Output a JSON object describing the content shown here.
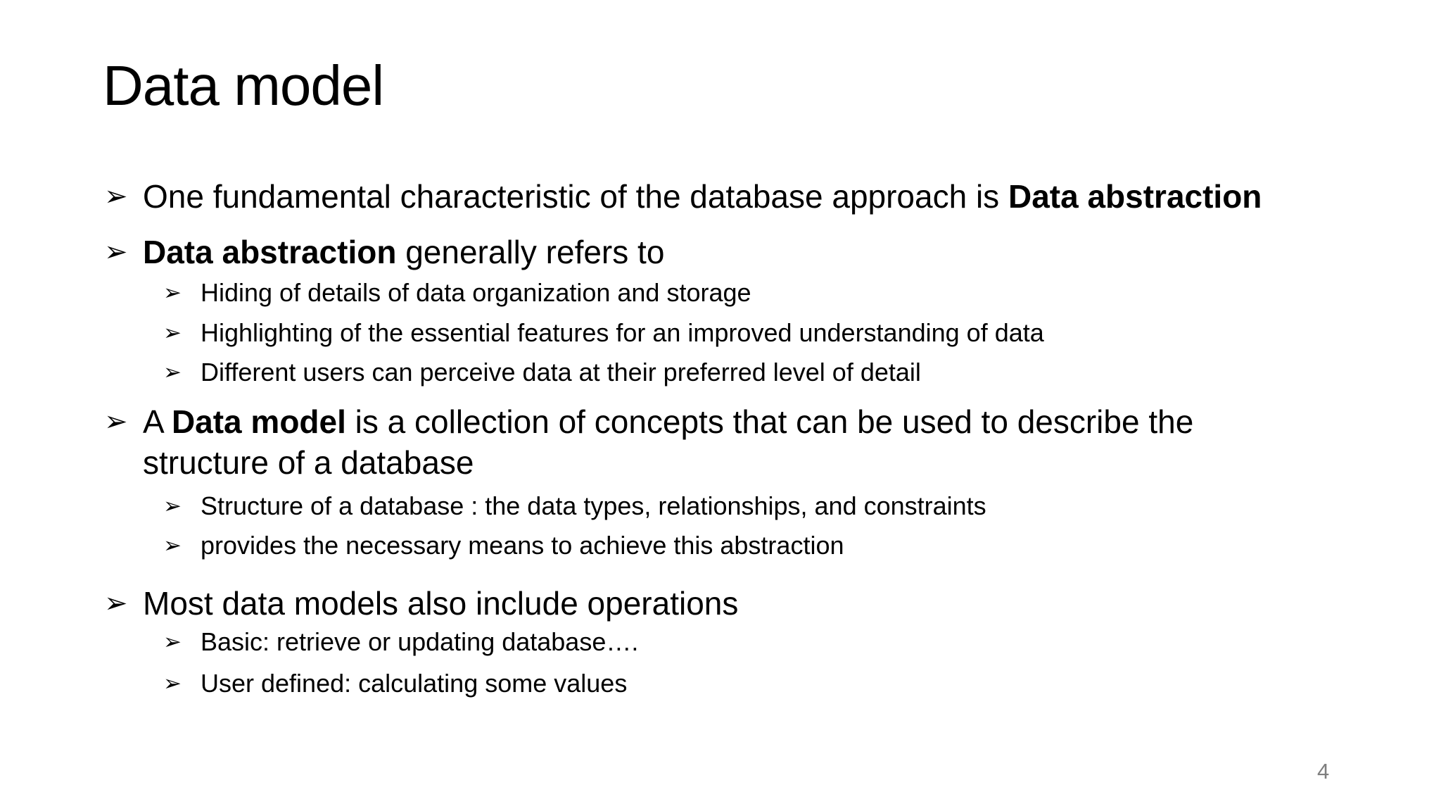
{
  "slide": {
    "title": "Data model",
    "page_number": "4",
    "bullet_char": "➢",
    "colors": {
      "text": "#000000",
      "page_number": "#7f7f7f",
      "background": "#ffffff"
    },
    "bullets": [
      {
        "level": 1,
        "segments": [
          {
            "t": "One fundamental characteristic of the database approach is ",
            "b": false
          },
          {
            "t": "Data abstraction",
            "b": true
          }
        ]
      },
      {
        "level": 1,
        "segments": [
          {
            "t": "Data abstraction",
            "b": true
          },
          {
            "t": " generally refers to",
            "b": false
          }
        ]
      },
      {
        "level": 2,
        "segments": [
          {
            "t": "Hiding of details of data organization and storage",
            "b": false
          }
        ]
      },
      {
        "level": 2,
        "segments": [
          {
            "t": "Highlighting of the essential features for an improved understanding of data",
            "b": false
          }
        ]
      },
      {
        "level": 2,
        "segments": [
          {
            "t": "Different users can perceive data at their preferred level of detail",
            "b": false
          }
        ]
      },
      {
        "level": 1,
        "segments": [
          {
            "t": "A ",
            "b": false
          },
          {
            "t": "Data model",
            "b": true
          },
          {
            "t": " is a collection of concepts that can be used to describe the",
            "b": false
          },
          {
            "t": "structure of a database",
            "b": false
          }
        ]
      },
      {
        "level": 2,
        "segments": [
          {
            "t": "Structure of a database : the data types, relationships, and constraints",
            "b": false
          }
        ]
      },
      {
        "level": 2,
        "segments": [
          {
            "t": " provides the necessary means to achieve this abstraction",
            "b": false
          }
        ]
      },
      {
        "level": 1,
        "segments": [
          {
            "t": "Most data models also include operations",
            "b": false
          }
        ]
      },
      {
        "level": 2,
        "segments": [
          {
            "t": "Basic: retrieve or updating database….",
            "b": false
          }
        ]
      },
      {
        "level": 2,
        "segments": [
          {
            "t": "User defined: calculating some values",
            "b": false
          }
        ]
      }
    ]
  }
}
